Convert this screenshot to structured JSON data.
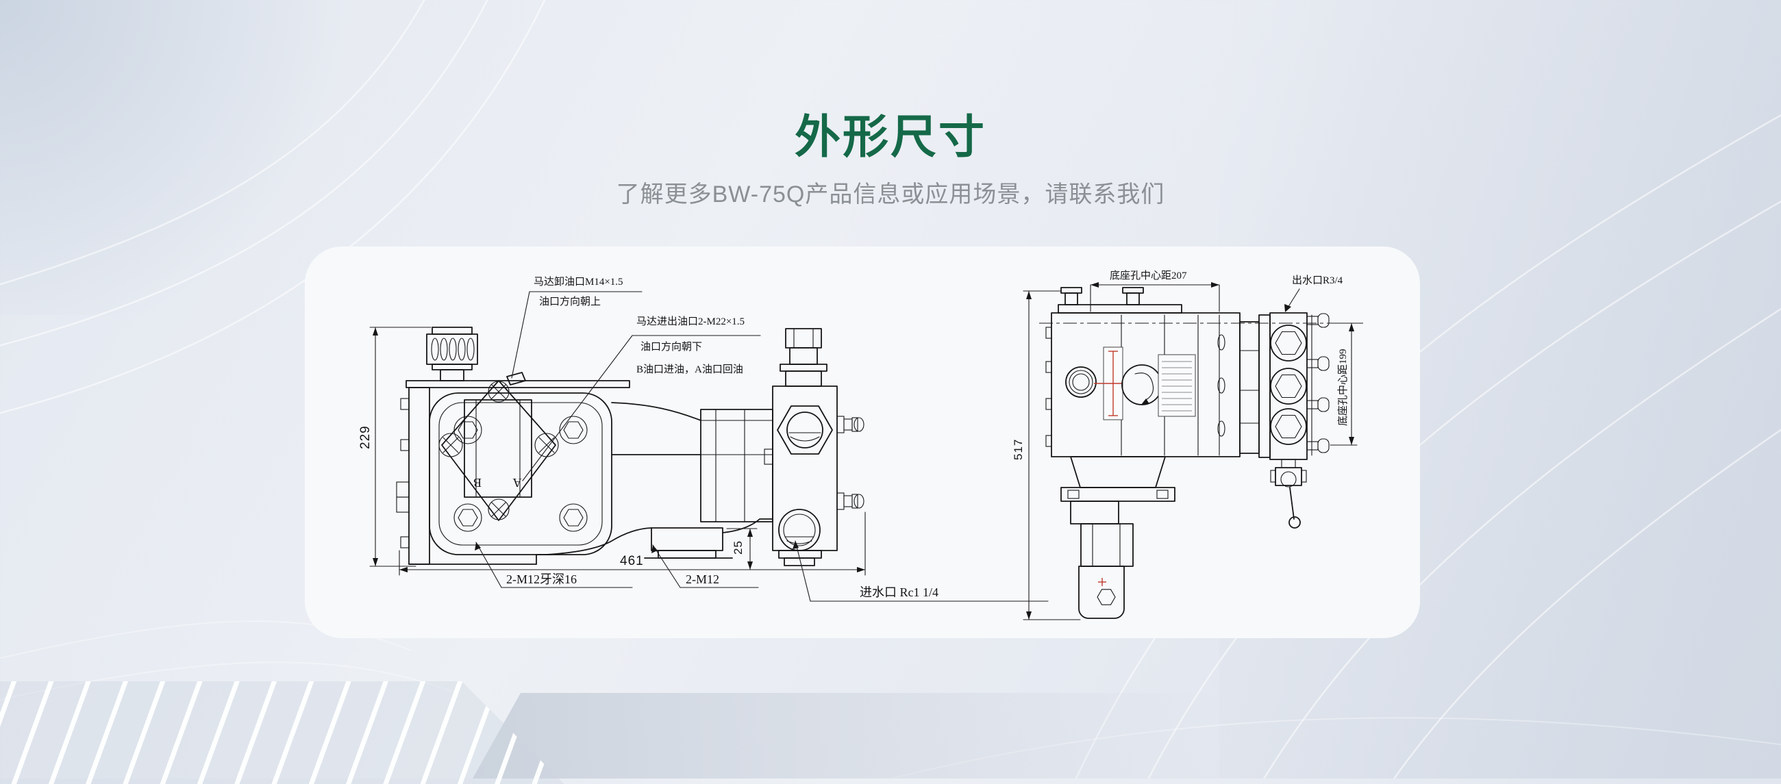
{
  "page": {
    "title": "外形尺寸",
    "subtitle": "了解更多BW-75Q产品信息或应用场景，请联系我们"
  },
  "colors": {
    "title_green": "#156948",
    "subtitle_gray": "#8b9095",
    "card_bg": "#f7f9fb",
    "page_bg": "#e7ebf2",
    "drawing_ink": "#161616",
    "accent_red": "#c03a2b"
  },
  "front_view": {
    "dim_height": "229",
    "dim_width": "461",
    "dim_offset": "25",
    "label_thread_left": "2-M12牙深16",
    "label_thread_mid": "2-M12",
    "label_inlet": "进水口 Rc1 1/4",
    "ann_relief_line1": "马达卸油口M14×1.5",
    "ann_relief_line2": "油口方向朝上",
    "ann_ports_line1": "马达进出油口2-M22×1.5",
    "ann_ports_line2": "油口方向朝下",
    "ann_ports_line3": "B油口进油，A油口回油",
    "port_b": "B",
    "port_a": "A"
  },
  "side_view": {
    "dim_top": "底座孔中心距207",
    "dim_right": "底座孔中心距199",
    "dim_height": "517",
    "label_outlet": "出水口R3/4"
  }
}
